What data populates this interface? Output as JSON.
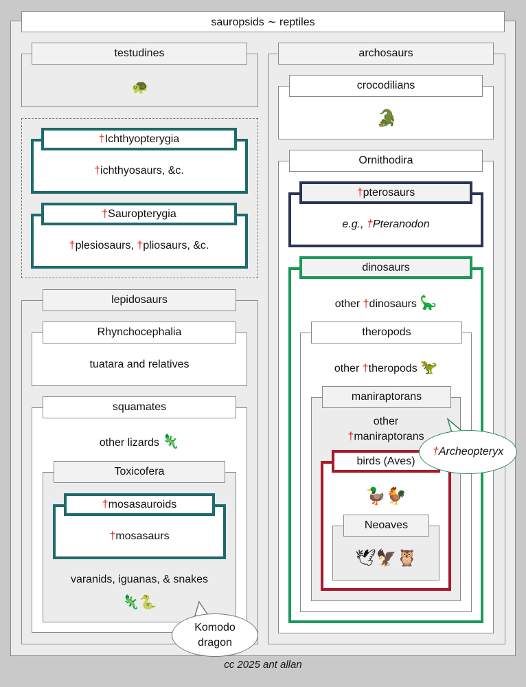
{
  "title": "sauropsids ∼ reptiles",
  "dagger": "†",
  "testudines": {
    "label": "testudines",
    "emoji": "🐢"
  },
  "extinct_marine": {
    "ichthyopterygia": {
      "label": "Ichthyopterygia",
      "text": "ichthyosaurs, &c."
    },
    "sauropterygia": {
      "label": "Sauropterygia",
      "text_a": "plesiosaurs, ",
      "text_b": "pliosaurs, &c."
    }
  },
  "lepidosaurs": {
    "label": "lepidosaurs",
    "rhynchocephalia": {
      "label": "Rhynchocephalia",
      "text": "tuatara and relatives"
    },
    "squamates": {
      "label": "squamates",
      "other": "other lizards",
      "other_emoji": "🦎",
      "toxicofera": {
        "label": "Toxicofera",
        "mosasauroids": {
          "label": "mosasauroids",
          "text": "mosasaurs"
        },
        "text": "varanids, iguanas, & snakes",
        "emoji": "🦎🐍"
      }
    },
    "bubble": "Komodo dragon"
  },
  "archosaurs": {
    "label": "archosaurs",
    "crocodilians": {
      "label": "crocodilians",
      "emoji": "🐊"
    },
    "ornithodira": {
      "label": "Ornithodira",
      "pterosaurs": {
        "label": "pterosaurs",
        "text_a": "e.g., ",
        "text_b": "Pteranodon"
      },
      "dinosaurs": {
        "label": "dinosaurs",
        "other": "dinosaurs",
        "other_prefix": "other ",
        "other_emoji": "🦕",
        "theropods": {
          "label": "theropods",
          "other_prefix": "other ",
          "other": "theropods",
          "other_emoji": "🦖",
          "maniraptorans": {
            "label": "maniraptorans",
            "other_line1": "other",
            "other_line2": "maniraptorans",
            "birds": {
              "label": "birds (Aves)",
              "emoji": "🦆🐓",
              "neoaves": {
                "label": "Neoaves",
                "emoji": "🕊🦅🦉"
              }
            }
          }
        }
      },
      "bubble": "Archeopteryx"
    }
  },
  "credit": "cc 2025 ant allan"
}
